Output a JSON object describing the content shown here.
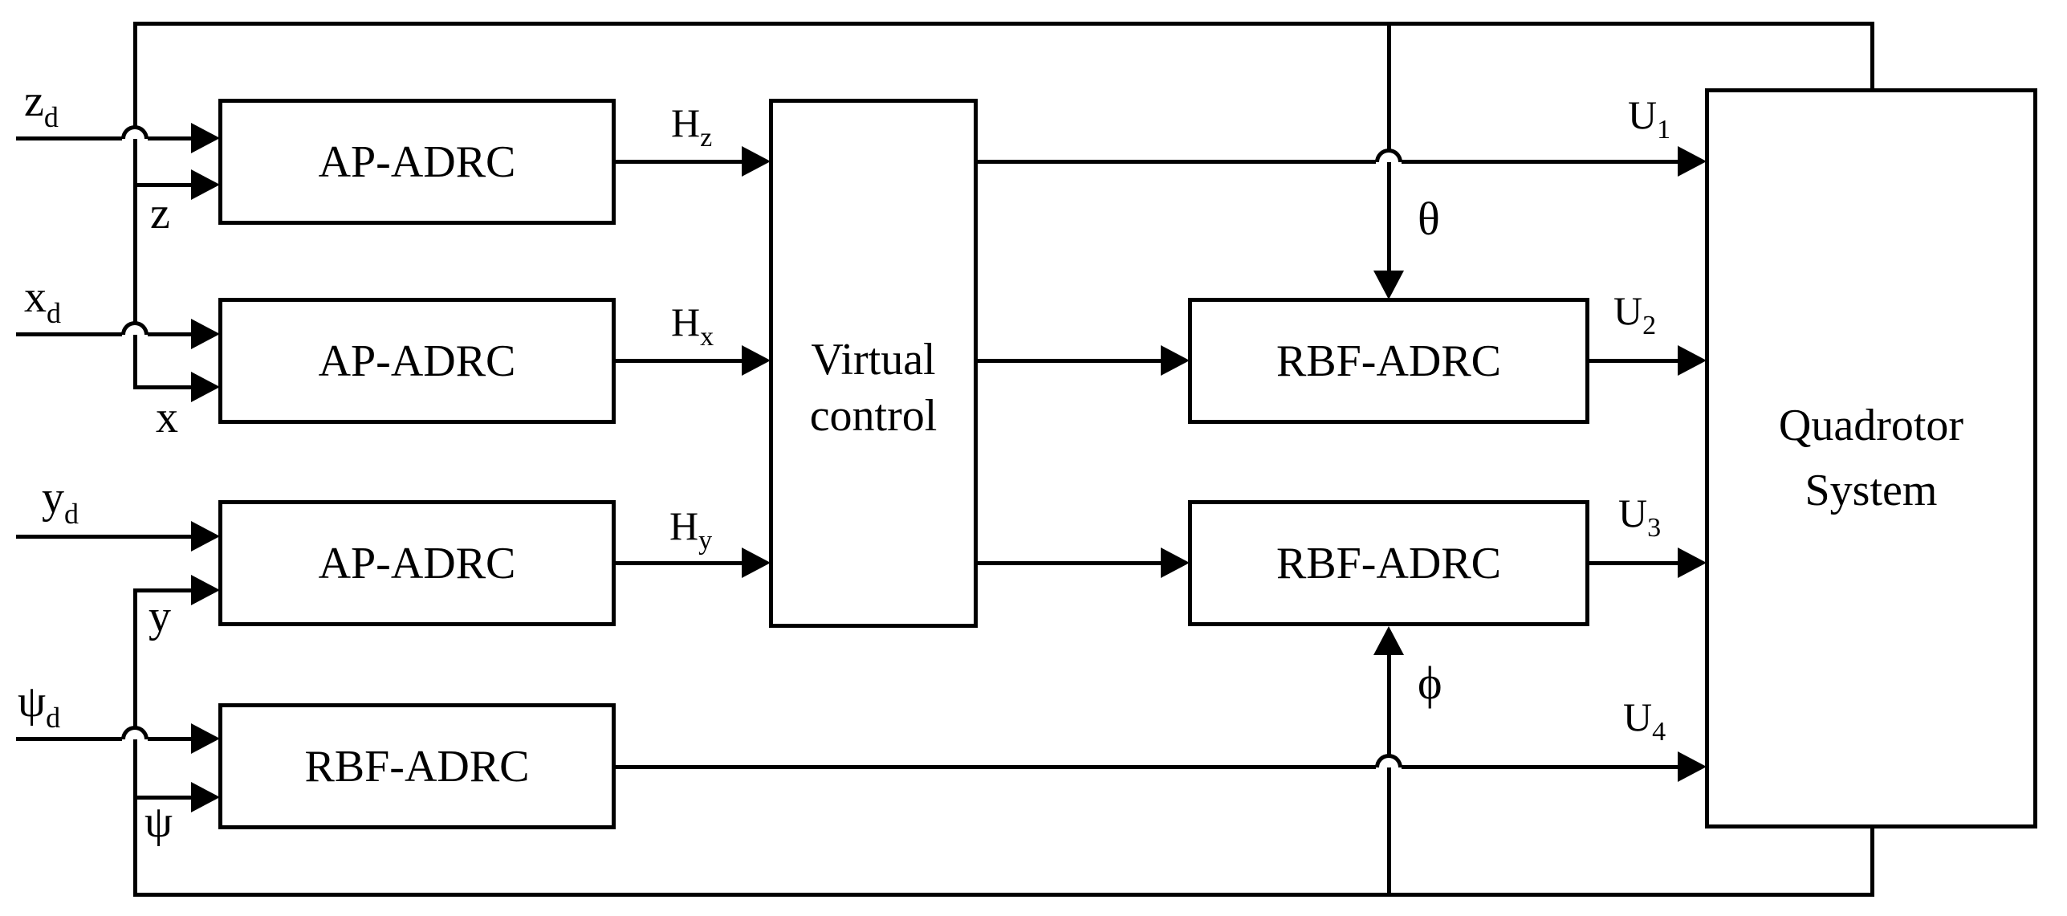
{
  "diagram": {
    "colors": {
      "line": "#000000",
      "background": "#ffffff"
    },
    "blocks": {
      "ap_adrc_z": {
        "label": "AP-ADRC"
      },
      "ap_adrc_x": {
        "label": "AP-ADRC"
      },
      "ap_adrc_y": {
        "label": "AP-ADRC"
      },
      "rbf_adrc_psi": {
        "label": "RBF-ADRC"
      },
      "virtual_control": {
        "line1": "Virtual",
        "line2": "control"
      },
      "rbf_adrc_pitch": {
        "label": "RBF-ADRC"
      },
      "rbf_adrc_roll": {
        "label": "RBF-ADRC"
      },
      "quadrotor": {
        "line1": "Quadrotor",
        "line2": "System"
      }
    },
    "signals": {
      "z_d": {
        "base": "z",
        "sub": "d"
      },
      "z": {
        "base": "z"
      },
      "x_d": {
        "base": "x",
        "sub": "d"
      },
      "x": {
        "base": "x"
      },
      "y_d": {
        "base": "y",
        "sub": "d"
      },
      "y": {
        "base": "y"
      },
      "psi_d": {
        "base": "ψ",
        "sub": "d"
      },
      "psi": {
        "base": "ψ"
      },
      "H_z": {
        "base": "H",
        "sub": "z"
      },
      "H_x": {
        "base": "H",
        "sub": "x"
      },
      "H_y": {
        "base": "H",
        "sub": "y"
      },
      "U_1": {
        "base": "U",
        "sub": "1"
      },
      "U_2": {
        "base": "U",
        "sub": "2"
      },
      "U_3": {
        "base": "U",
        "sub": "3"
      },
      "U_4": {
        "base": "U",
        "sub": "4"
      },
      "theta": {
        "base": "θ"
      },
      "phi": {
        "base": "ϕ"
      }
    }
  }
}
